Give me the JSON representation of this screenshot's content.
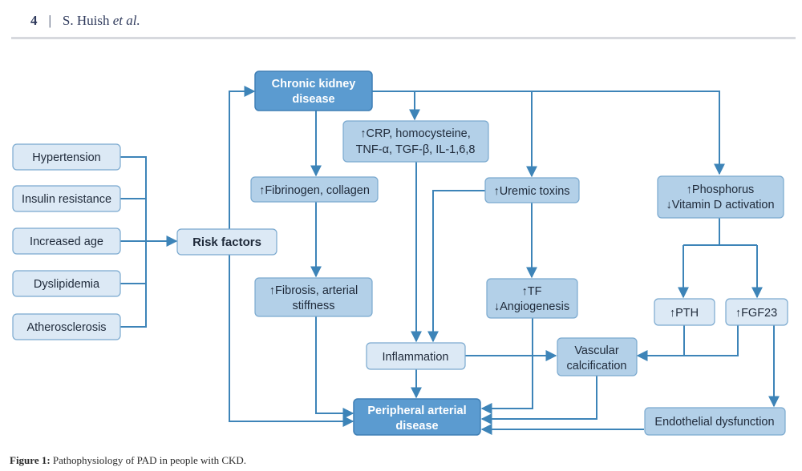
{
  "header": {
    "page_number": "4",
    "separator": "|",
    "author": "S. Huish",
    "et_al": "et al."
  },
  "nodes": {
    "ckd": [
      "Chronic kidney",
      "disease"
    ],
    "crp": [
      "↑CRP, homocysteine,",
      "TNF-α, TGF-β, IL-1,6,8"
    ],
    "hypertension": "Hypertension",
    "insulin": "Insulin resistance",
    "age": "Increased age",
    "dyslipidemia": "Dyslipidemia",
    "atherosclerosis": "Atherosclerosis",
    "risk": "Risk factors",
    "fibrinogen": "↑Fibrinogen, collagen",
    "uremic": "↑Uremic toxins",
    "phosphorus": [
      "↑Phosphorus",
      "↓Vitamin D activation"
    ],
    "fibrosis": [
      "↑Fibrosis, arterial",
      "stiffness"
    ],
    "tf": [
      "↑TF",
      "↓Angiogenesis"
    ],
    "pth": "↑PTH",
    "fgf23": "↑FGF23",
    "inflammation": "Inflammation",
    "vascular": [
      "Vascular",
      "calcification"
    ],
    "pad": [
      "Peripheral arterial",
      "disease"
    ],
    "endothelial": "Endothelial dysfunction"
  },
  "colors": {
    "dark_box": "#5b9bd0",
    "dark_border": "#3f7fb5",
    "mid_box": "#b3d0e8",
    "light_box": "#dce9f5",
    "border": "#7aa9cf",
    "connector": "#3d84b8"
  },
  "caption": {
    "label": "Figure 1:",
    "text": " Pathophysiology of PAD in people with CKD."
  }
}
